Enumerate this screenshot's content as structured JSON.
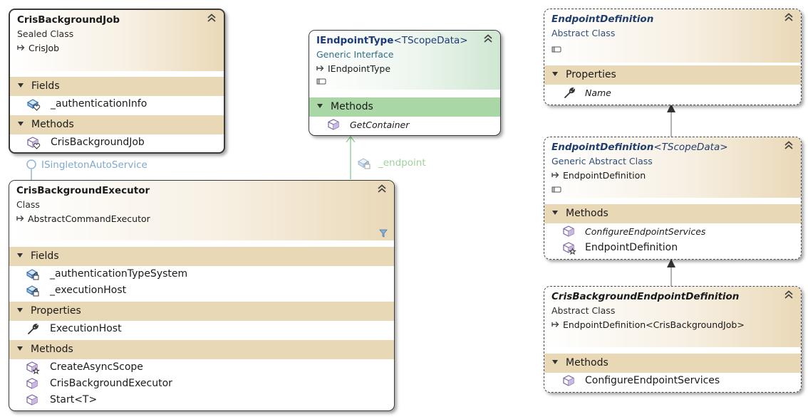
{
  "diagram": {
    "cris_background_job": {
      "name": "CrisBackgroundJob",
      "kind": "Sealed Class",
      "base": "CrisJob",
      "sections": [
        {
          "label": "Fields",
          "members": [
            "_authenticationInfo"
          ]
        },
        {
          "label": "Methods",
          "members": [
            "CrisBackgroundJob"
          ]
        }
      ]
    },
    "iendpoint_type": {
      "name": "IEndpointType",
      "generic": "<TScopeData>",
      "kind": "Generic Interface",
      "base": "IEndpointType",
      "sections": [
        {
          "label": "Methods",
          "members": [
            "GetContainer"
          ]
        }
      ]
    },
    "endpoint_definition": {
      "name": "EndpointDefinition",
      "kind": "Abstract Class",
      "sections": [
        {
          "label": "Properties",
          "members": [
            "Name"
          ]
        }
      ]
    },
    "endpoint_definition_generic": {
      "name": "EndpointDefinition",
      "generic": "<TScopeData>",
      "kind": "Generic Abstract Class",
      "base": "EndpointDefinition",
      "sections": [
        {
          "label": "Methods",
          "members": [
            "ConfigureEndpointServices",
            "EndpointDefinition"
          ]
        }
      ]
    },
    "cris_background_endpoint_definition": {
      "name": "CrisBackgroundEndpointDefinition",
      "kind": "Abstract Class",
      "base": "EndpointDefinition<CrisBackgroundJob>",
      "sections": [
        {
          "label": "Methods",
          "members": [
            "ConfigureEndpointServices"
          ]
        }
      ]
    },
    "cris_background_executor": {
      "name": "CrisBackgroundExecutor",
      "kind": "Class",
      "base": "AbstractCommandExecutor",
      "sections": [
        {
          "label": "Fields",
          "members": [
            "_authenticationTypeSystem",
            "_executionHost"
          ]
        },
        {
          "label": "Properties",
          "members": [
            "ExecutionHost"
          ]
        },
        {
          "label": "Methods",
          "members": [
            "CreateAsyncScope",
            "CrisBackgroundExecutor",
            "Start<T>"
          ]
        }
      ]
    },
    "connectors": {
      "lollipop_label": "ISingletonAutoService",
      "association_label": "_endpoint"
    },
    "colors": {
      "header_tan": "#ead9b8",
      "section_tan": "#e8d8b5",
      "header_green": "#cfe7d2",
      "section_green": "#a9d8a6",
      "interface_title": "#1d3b7a",
      "lollipop": "#8fb6d6"
    }
  }
}
